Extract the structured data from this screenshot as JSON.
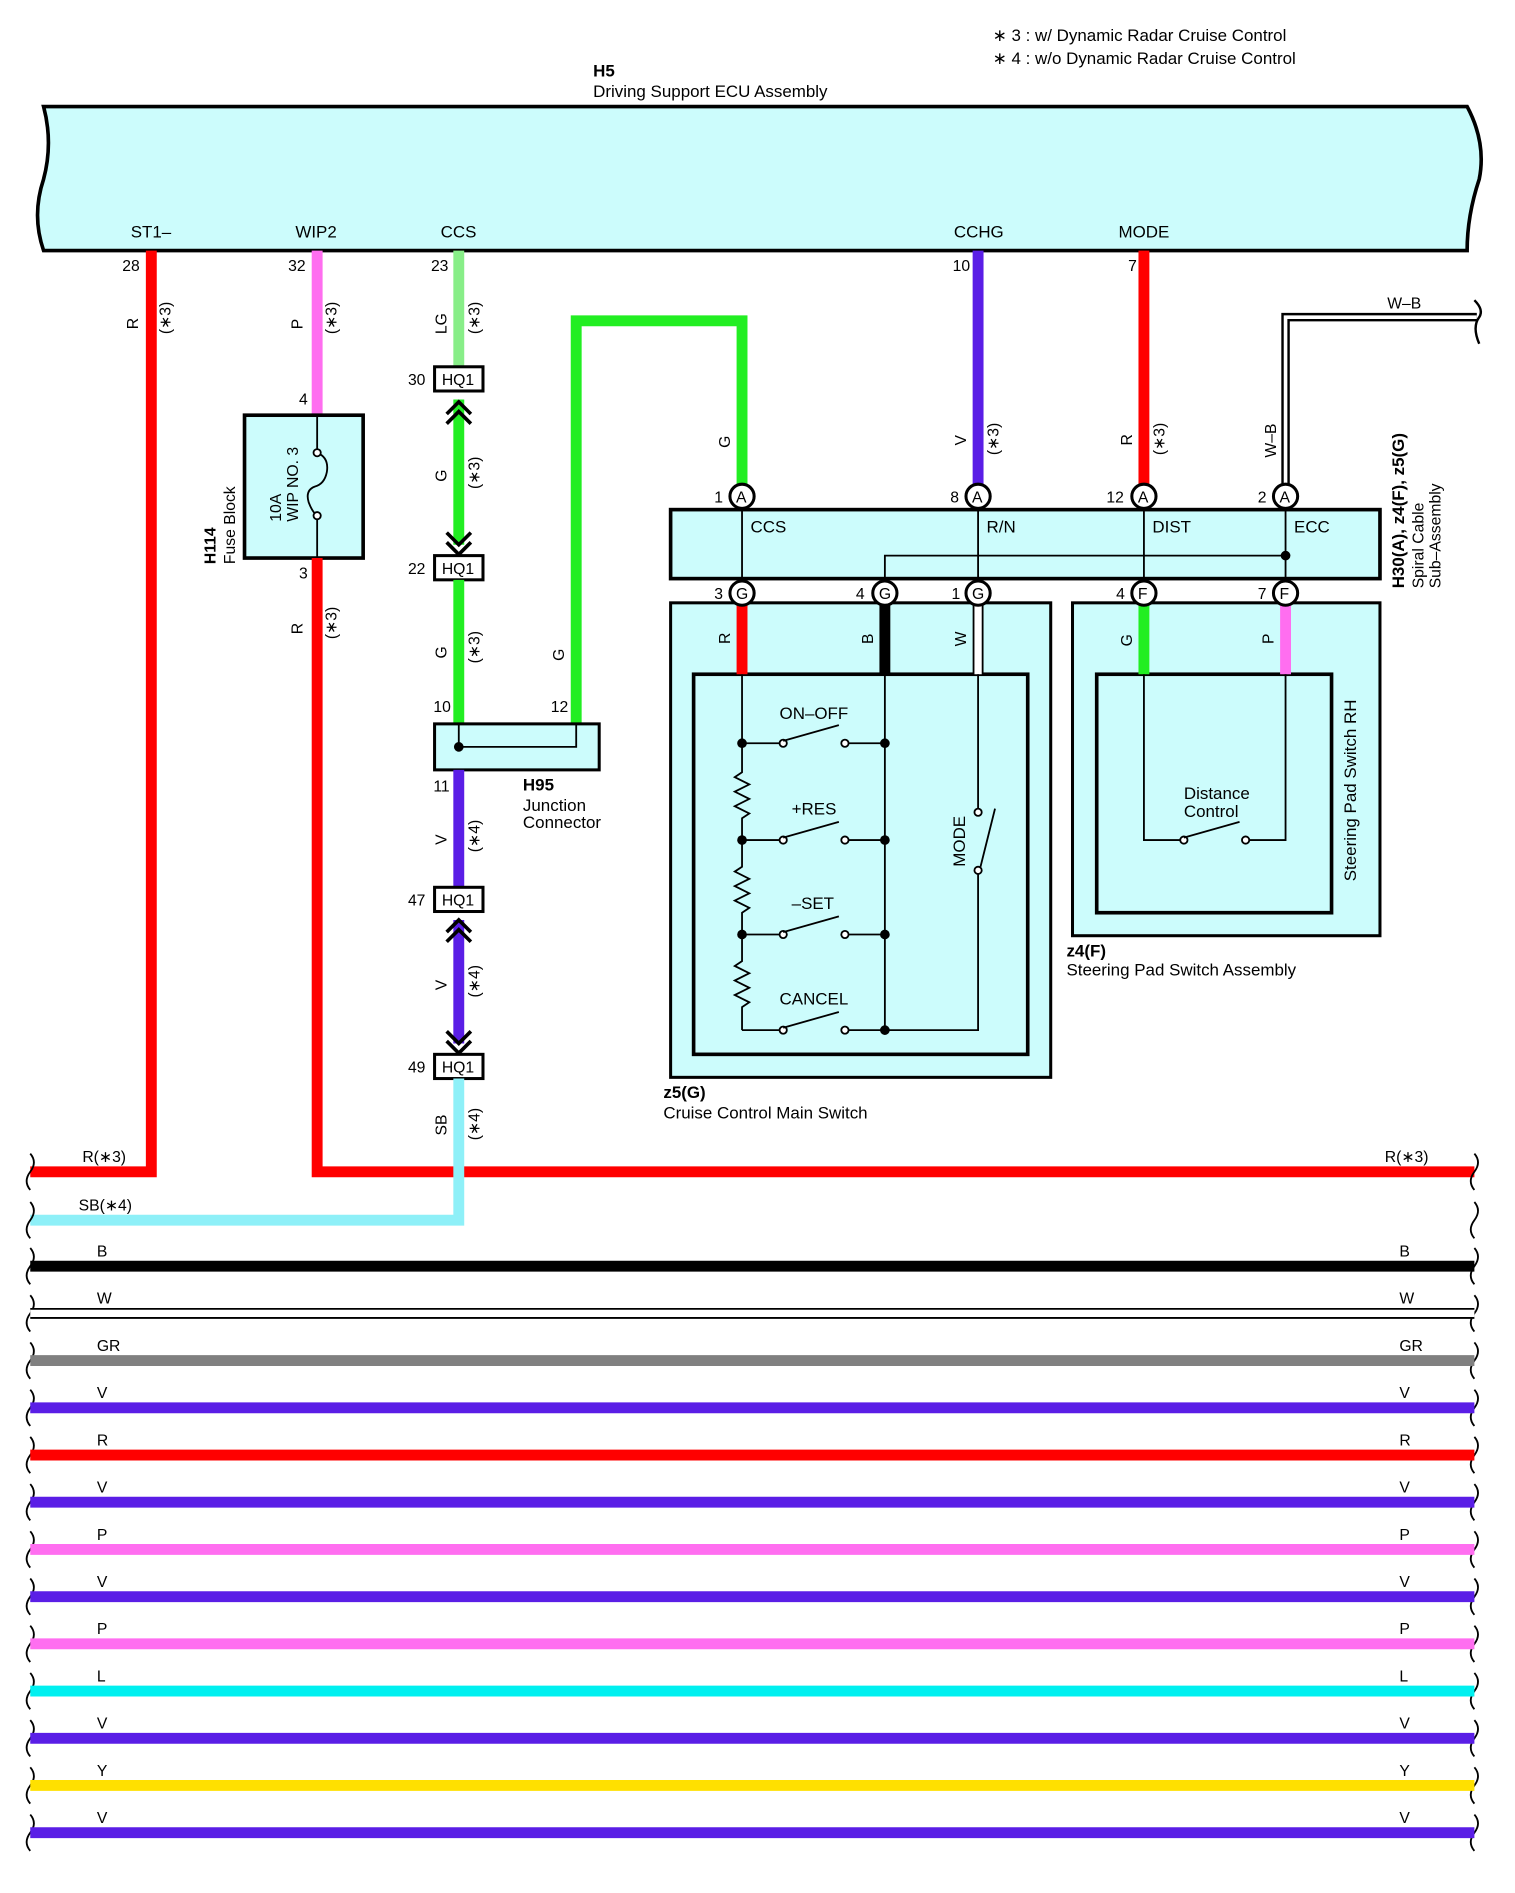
{
  "notes": {
    "n3": "∗ 3 : w/ Dynamic Radar Cruise Control",
    "n4": "∗ 4 : w/o Dynamic Radar Cruise Control"
  },
  "ecu": {
    "code": "H5",
    "name": "Driving Support ECU Assembly",
    "pins": [
      {
        "name": "ST1–",
        "num": "28",
        "color_code": "R",
        "note": "(∗3)"
      },
      {
        "name": "WIP2",
        "num": "32",
        "color_code": "P",
        "note": "(∗3)"
      },
      {
        "name": "CCS",
        "num": "23",
        "color_code": "LG",
        "note": "(∗3)"
      },
      {
        "name": "CCHG",
        "num": "10",
        "color_code": "V",
        "note": "(∗3)"
      },
      {
        "name": "MODE",
        "num": "7",
        "color_code": "R",
        "note": "(∗3)"
      }
    ]
  },
  "fuse": {
    "code": "H114",
    "name": "Fuse Block",
    "rating": "10A",
    "label": "WIP NO. 3",
    "pin_top": "4",
    "pin_bottom": "3",
    "wire_below": "R",
    "note_below": "(∗3)"
  },
  "hq_connectors": [
    {
      "num": "30",
      "label": "HQ1"
    },
    {
      "num": "22",
      "label": "HQ1"
    },
    {
      "num": "47",
      "label": "HQ1"
    },
    {
      "num": "49",
      "label": "HQ1"
    }
  ],
  "ccs_path_wires": {
    "g1": "G",
    "g1_note": "(∗3)",
    "g2": "G",
    "g2_note": "(∗3)",
    "v1": "V",
    "v1_note": "(∗4)",
    "v2": "V",
    "v2_note": "(∗4)",
    "sb": "SB",
    "sb_note": "(∗4)",
    "g_to_spiral": "G",
    "g_top": "G"
  },
  "junction": {
    "code": "H95",
    "name1": "Junction",
    "name2": "Connector",
    "pin10": "10",
    "pin12": "12",
    "pin11": "11"
  },
  "spiral": {
    "code": "H30(A), z4(F), z5(G)",
    "name1": "Spiral Cable",
    "name2": "Sub–Assembly",
    "top_pins": [
      {
        "num": "1",
        "conn": "A",
        "label": "CCS"
      },
      {
        "num": "8",
        "conn": "A",
        "label": "R/N"
      },
      {
        "num": "12",
        "conn": "A",
        "label": "DIST"
      },
      {
        "num": "2",
        "conn": "A",
        "label": "ECC"
      }
    ],
    "bottom_pins": [
      {
        "num": "3",
        "conn": "G",
        "wire": "R"
      },
      {
        "num": "4",
        "conn": "G",
        "wire": "B"
      },
      {
        "num": "1",
        "conn": "G",
        "wire": "W"
      },
      {
        "num": "4",
        "conn": "F",
        "wire": "G"
      },
      {
        "num": "7",
        "conn": "F",
        "wire": "P"
      }
    ],
    "wb_top": "W–B",
    "wb_side": "W–B",
    "cchg_wire": "V",
    "cchg_note": "(∗3)",
    "mode_wire": "R",
    "mode_note": "(∗3)"
  },
  "main_switch": {
    "code": "z5(G)",
    "name": "Cruise Control Main Switch",
    "switches": [
      "ON–OFF",
      "+RES",
      "–SET",
      "CANCEL"
    ],
    "mode_label": "MODE"
  },
  "pad_switch": {
    "code": "z4(F)",
    "name": "Steering Pad Switch Assembly",
    "side_label": "Steering Pad Switch RH",
    "switch_label1": "Distance",
    "switch_label2": "Control"
  },
  "bus": [
    {
      "left": "R(∗3)",
      "right": "R(∗3)",
      "color": "#ff0000"
    },
    {
      "left": "SB(∗4)",
      "right": "",
      "color": "#8ef0f8"
    },
    {
      "left": "B",
      "right": "B",
      "color": "#000000"
    },
    {
      "left": "W",
      "right": "W",
      "color": "#ffffff"
    },
    {
      "left": "GR",
      "right": "GR",
      "color": "#808080"
    },
    {
      "left": "V",
      "right": "V",
      "color": "#5a1ee6"
    },
    {
      "left": "R",
      "right": "R",
      "color": "#ff0000"
    },
    {
      "left": "V",
      "right": "V",
      "color": "#5a1ee6"
    },
    {
      "left": "P",
      "right": "P",
      "color": "#ff6ef0"
    },
    {
      "left": "V",
      "right": "V",
      "color": "#5a1ee6"
    },
    {
      "left": "P",
      "right": "P",
      "color": "#ff6ef0"
    },
    {
      "left": "L",
      "right": "L",
      "color": "#00f0f0"
    },
    {
      "left": "V",
      "right": "V",
      "color": "#5a1ee6"
    },
    {
      "left": "Y",
      "right": "Y",
      "color": "#ffe000"
    },
    {
      "left": "V",
      "right": "V",
      "color": "#5a1ee6"
    }
  ],
  "colors": {
    "component_fill": "#ccfcfc",
    "red": "#ff0000",
    "pink": "#ff6ef0",
    "light_green": "#88ee88",
    "green": "#22ee22",
    "violet": "#5a1ee6",
    "sky": "#8ef0f8",
    "black": "#000000"
  }
}
